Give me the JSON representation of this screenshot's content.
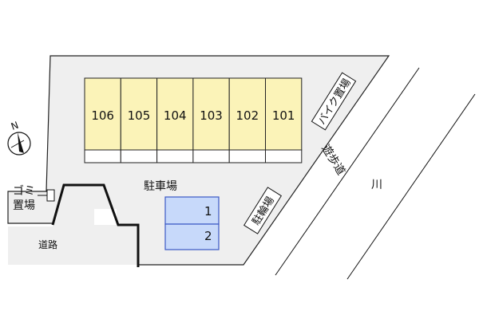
{
  "units": [
    {
      "label": "106"
    },
    {
      "label": "105"
    },
    {
      "label": "104"
    },
    {
      "label": "103"
    },
    {
      "label": "102"
    },
    {
      "label": "101"
    }
  ],
  "parking": {
    "label": "駐車場",
    "spaces": [
      {
        "label": "1"
      },
      {
        "label": "2"
      }
    ],
    "fill_color": "#c7d9fa",
    "border_color": "#3a58c4"
  },
  "building_color": "#fbf3b8",
  "lot_color": "#efefef",
  "compass": {
    "label": "N"
  },
  "labels": {
    "garbage_line1": "ゴミ",
    "garbage_line2": "置場",
    "road": "道路",
    "bike_parking": "バイク置場",
    "bicycle_parking": "駐輪場",
    "footpath": "遊歩道",
    "river": "川"
  }
}
